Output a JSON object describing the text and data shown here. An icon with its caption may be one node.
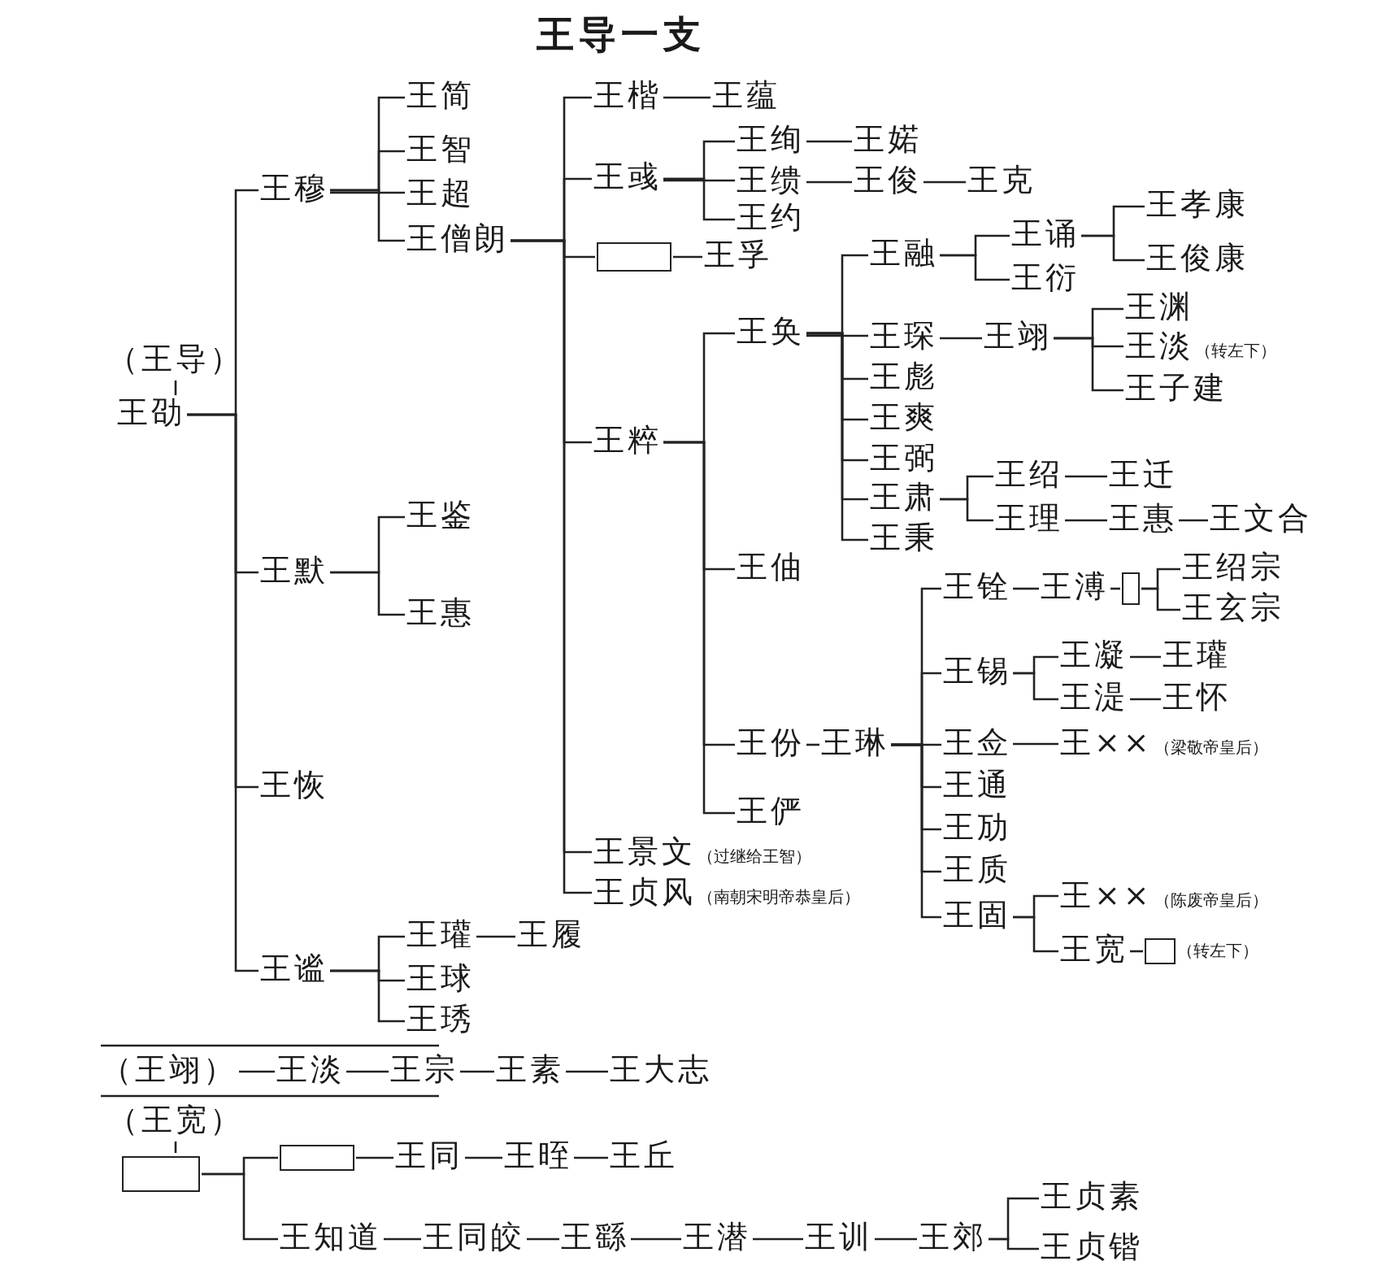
{
  "diagram": {
    "title": "王导一支",
    "nodes": [
      {
        "text": [
          "（王导）"
        ]
      },
      {
        "text": [
          "王劭"
        ]
      },
      {
        "text": [
          "王穆"
        ]
      },
      {
        "text": [
          "王默"
        ]
      },
      {
        "text": [
          "王恢"
        ]
      },
      {
        "text": [
          "王谧"
        ]
      },
      {
        "text": [
          "王简"
        ]
      },
      {
        "text": [
          "王智"
        ]
      },
      {
        "text": [
          "王超"
        ]
      },
      {
        "text": [
          "王僧朗"
        ]
      },
      {
        "text": [
          "王鉴"
        ]
      },
      {
        "text": [
          "王惠"
        ]
      },
      {
        "text": [
          "王瓘"
        ]
      },
      {
        "text": [
          "王履"
        ]
      },
      {
        "text": [
          "王球"
        ]
      },
      {
        "text": [
          "王琇"
        ]
      },
      {
        "text": [
          "王楷"
        ]
      },
      {
        "text": [
          "王蕴"
        ]
      },
      {
        "text": [
          "王彧"
        ]
      },
      {
        "text": [],
        "shape": "box"
      },
      {
        "text": [
          "王孚"
        ]
      },
      {
        "text": [
          "王粹"
        ]
      },
      {
        "text": [
          "王景文"
        ],
        "beside": [
          "（过继给王智）"
        ]
      },
      {
        "text": [
          "王贞风"
        ],
        "beside": [
          "（南朝宋明帝恭皇后）"
        ]
      },
      {
        "text": [
          "王绚"
        ]
      },
      {
        "text": [
          "王婼"
        ]
      },
      {
        "text": [
          "王缋"
        ]
      },
      {
        "text": [
          "王俊"
        ]
      },
      {
        "text": [
          "王克"
        ]
      },
      {
        "text": [
          "王约"
        ]
      },
      {
        "text": [
          "王奂"
        ]
      },
      {
        "text": [
          "王伷"
        ]
      },
      {
        "text": [
          "王份"
        ]
      },
      {
        "text": [
          "王俨"
        ]
      },
      {
        "text": [
          "王融"
        ]
      },
      {
        "text": [
          "王琛"
        ]
      },
      {
        "text": [
          "王彪"
        ]
      },
      {
        "text": [
          "王爽"
        ]
      },
      {
        "text": [
          "王弼"
        ]
      },
      {
        "text": [
          "王肃"
        ]
      },
      {
        "text": [
          "王秉"
        ]
      },
      {
        "text": [
          "王诵"
        ]
      },
      {
        "text": [
          "王衍"
        ]
      },
      {
        "text": [
          "王孝康"
        ]
      },
      {
        "text": [
          "王俊康"
        ]
      },
      {
        "text": [
          "王翊"
        ]
      },
      {
        "text": [
          "王渊"
        ]
      },
      {
        "text": [
          "王淡"
        ],
        "beside": [
          "（转左下）"
        ]
      },
      {
        "text": [
          "王子建"
        ]
      },
      {
        "text": [
          "王绍"
        ]
      },
      {
        "text": [
          "王迁"
        ]
      },
      {
        "text": [
          "王理"
        ]
      },
      {
        "text": [
          "王惠"
        ]
      },
      {
        "text": [
          "王文合"
        ]
      },
      {
        "text": [
          "王琳"
        ]
      },
      {
        "text": [
          "王铨"
        ]
      },
      {
        "text": [
          "王锡"
        ]
      },
      {
        "text": [
          "王佥"
        ]
      },
      {
        "text": [
          "王通"
        ]
      },
      {
        "text": [
          "王劢"
        ]
      },
      {
        "text": [
          "王质"
        ]
      },
      {
        "text": [
          "王固"
        ]
      },
      {
        "text": [
          "王溥"
        ]
      },
      {
        "text": [],
        "shape": "box"
      },
      {
        "text": [
          "王绍宗"
        ]
      },
      {
        "text": [
          "王玄宗"
        ]
      },
      {
        "text": [
          "王凝"
        ]
      },
      {
        "text": [
          "王瓘"
        ]
      },
      {
        "text": [
          "王湜"
        ]
      },
      {
        "text": [
          "王怀"
        ]
      },
      {
        "text": [
          "王××"
        ],
        "beside": [
          "（梁敬帝皇后）"
        ]
      },
      {
        "text": [
          "王××"
        ],
        "beside": [
          "（陈废帝皇后）"
        ]
      },
      {
        "text": [
          "王宽"
        ]
      },
      {
        "text": [],
        "shape": "box",
        "beside": [
          "（转左下）"
        ]
      },
      {
        "text": [
          "（王翊）"
        ]
      },
      {
        "text": [
          "王淡"
        ]
      },
      {
        "text": [
          "王宗"
        ]
      },
      {
        "text": [
          "王素"
        ]
      },
      {
        "text": [
          "王大志"
        ]
      },
      {
        "text": [
          "（王宽）"
        ]
      },
      {
        "text": [],
        "shape": "box"
      },
      {
        "text": [],
        "shape": "box"
      },
      {
        "text": [
          "王同"
        ]
      },
      {
        "text": [
          "王晊"
        ]
      },
      {
        "text": [
          "王丘"
        ]
      },
      {
        "text": [
          "王知道"
        ]
      },
      {
        "text": [
          "王同皎"
        ]
      },
      {
        "text": [
          "王繇"
        ]
      },
      {
        "text": [
          "王潜"
        ]
      },
      {
        "text": [
          "王训"
        ]
      },
      {
        "text": [
          "王郊"
        ]
      },
      {
        "text": [
          "王贞素"
        ]
      },
      {
        "text": [
          "王贞锴"
        ]
      }
    ],
    "edges": [
      {
        "from": 0,
        "to": 1,
        "arrow": "none"
      },
      {
        "from": 1,
        "to": 2,
        "arrow": "none"
      },
      {
        "from": 1,
        "to": 3,
        "arrow": "none"
      },
      {
        "from": 1,
        "to": 4,
        "arrow": "none"
      },
      {
        "from": 1,
        "to": 5,
        "arrow": "none"
      },
      {
        "from": 2,
        "to": 6,
        "arrow": "none"
      },
      {
        "from": 2,
        "to": 7,
        "arrow": "none"
      },
      {
        "from": 2,
        "to": 8,
        "arrow": "none"
      },
      {
        "from": 2,
        "to": 9,
        "arrow": "none"
      },
      {
        "from": 3,
        "to": 10,
        "arrow": "none"
      },
      {
        "from": 3,
        "to": 11,
        "arrow": "none"
      },
      {
        "from": 5,
        "to": 12,
        "arrow": "none"
      },
      {
        "from": 12,
        "to": 13,
        "arrow": "none"
      },
      {
        "from": 5,
        "to": 14,
        "arrow": "none"
      },
      {
        "from": 5,
        "to": 15,
        "arrow": "none"
      },
      {
        "from": 9,
        "to": 16,
        "arrow": "none"
      },
      {
        "from": 16,
        "to": 17,
        "arrow": "none"
      },
      {
        "from": 9,
        "to": 18,
        "arrow": "none"
      },
      {
        "from": 9,
        "to": 19,
        "arrow": "none"
      },
      {
        "from": 19,
        "to": 20,
        "arrow": "none"
      },
      {
        "from": 9,
        "to": 21,
        "arrow": "none"
      },
      {
        "from": 9,
        "to": 22,
        "arrow": "none"
      },
      {
        "from": 9,
        "to": 23,
        "arrow": "none"
      },
      {
        "from": 18,
        "to": 24,
        "arrow": "none"
      },
      {
        "from": 24,
        "to": 25,
        "arrow": "none"
      },
      {
        "from": 18,
        "to": 26,
        "arrow": "none"
      },
      {
        "from": 26,
        "to": 27,
        "arrow": "none"
      },
      {
        "from": 27,
        "to": 28,
        "arrow": "none"
      },
      {
        "from": 18,
        "to": 29,
        "arrow": "none"
      },
      {
        "from": 21,
        "to": 30,
        "arrow": "none"
      },
      {
        "from": 21,
        "to": 31,
        "arrow": "none"
      },
      {
        "from": 21,
        "to": 32,
        "arrow": "none"
      },
      {
        "from": 21,
        "to": 33,
        "arrow": "none"
      },
      {
        "from": 30,
        "to": 34,
        "arrow": "none"
      },
      {
        "from": 30,
        "to": 35,
        "arrow": "none"
      },
      {
        "from": 30,
        "to": 36,
        "arrow": "none"
      },
      {
        "from": 30,
        "to": 37,
        "arrow": "none"
      },
      {
        "from": 30,
        "to": 38,
        "arrow": "none"
      },
      {
        "from": 30,
        "to": 39,
        "arrow": "none"
      },
      {
        "from": 30,
        "to": 40,
        "arrow": "none"
      },
      {
        "from": 34,
        "to": 41,
        "arrow": "none"
      },
      {
        "from": 34,
        "to": 42,
        "arrow": "none"
      },
      {
        "from": 41,
        "to": 43,
        "arrow": "none"
      },
      {
        "from": 41,
        "to": 44,
        "arrow": "none"
      },
      {
        "from": 35,
        "to": 45,
        "arrow": "none"
      },
      {
        "from": 45,
        "to": 46,
        "arrow": "none"
      },
      {
        "from": 45,
        "to": 47,
        "arrow": "none"
      },
      {
        "from": 45,
        "to": 48,
        "arrow": "none"
      },
      {
        "from": 39,
        "to": 49,
        "arrow": "none"
      },
      {
        "from": 49,
        "to": 50,
        "arrow": "none"
      },
      {
        "from": 39,
        "to": 51,
        "arrow": "none"
      },
      {
        "from": 51,
        "to": 52,
        "arrow": "none"
      },
      {
        "from": 52,
        "to": 53,
        "arrow": "none"
      },
      {
        "from": 32,
        "to": 54,
        "arrow": "none"
      },
      {
        "from": 54,
        "to": 55,
        "arrow": "none"
      },
      {
        "from": 54,
        "to": 56,
        "arrow": "none"
      },
      {
        "from": 54,
        "to": 57,
        "arrow": "none"
      },
      {
        "from": 54,
        "to": 58,
        "arrow": "none"
      },
      {
        "from": 54,
        "to": 59,
        "arrow": "none"
      },
      {
        "from": 54,
        "to": 60,
        "arrow": "none"
      },
      {
        "from": 54,
        "to": 61,
        "arrow": "none"
      },
      {
        "from": 55,
        "to": 62,
        "arrow": "none"
      },
      {
        "from": 62,
        "to": 63,
        "arrow": "none"
      },
      {
        "from": 63,
        "to": 64,
        "arrow": "none"
      },
      {
        "from": 63,
        "to": 65,
        "arrow": "none"
      },
      {
        "from": 56,
        "to": 66,
        "arrow": "none"
      },
      {
        "from": 66,
        "to": 67,
        "arrow": "none"
      },
      {
        "from": 56,
        "to": 68,
        "arrow": "none"
      },
      {
        "from": 68,
        "to": 69,
        "arrow": "none"
      },
      {
        "from": 57,
        "to": 70,
        "arrow": "none"
      },
      {
        "from": 61,
        "to": 71,
        "arrow": "none"
      },
      {
        "from": 61,
        "to": 72,
        "arrow": "none"
      },
      {
        "from": 72,
        "to": 73,
        "arrow": "none"
      },
      {
        "from": 74,
        "to": 75,
        "arrow": "none"
      },
      {
        "from": 75,
        "to": 76,
        "arrow": "none"
      },
      {
        "from": 76,
        "to": 77,
        "arrow": "none"
      },
      {
        "from": 77,
        "to": 78,
        "arrow": "none"
      },
      {
        "from": 79,
        "to": 80,
        "arrow": "none"
      },
      {
        "from": 80,
        "to": 81,
        "arrow": "none"
      },
      {
        "from": 81,
        "to": 82,
        "arrow": "none"
      },
      {
        "from": 82,
        "to": 83,
        "arrow": "none"
      },
      {
        "from": 83,
        "to": 84,
        "arrow": "none"
      },
      {
        "from": 80,
        "to": 85,
        "arrow": "none"
      },
      {
        "from": 85,
        "to": 86,
        "arrow": "none"
      },
      {
        "from": 86,
        "to": 87,
        "arrow": "none"
      },
      {
        "from": 87,
        "to": 88,
        "arrow": "none"
      },
      {
        "from": 88,
        "to": 89,
        "arrow": "none"
      },
      {
        "from": 89,
        "to": 90,
        "arrow": "none"
      },
      {
        "from": 90,
        "to": 91,
        "arrow": "none"
      },
      {
        "from": 90,
        "to": 92,
        "arrow": "none"
      }
    ]
  }
}
